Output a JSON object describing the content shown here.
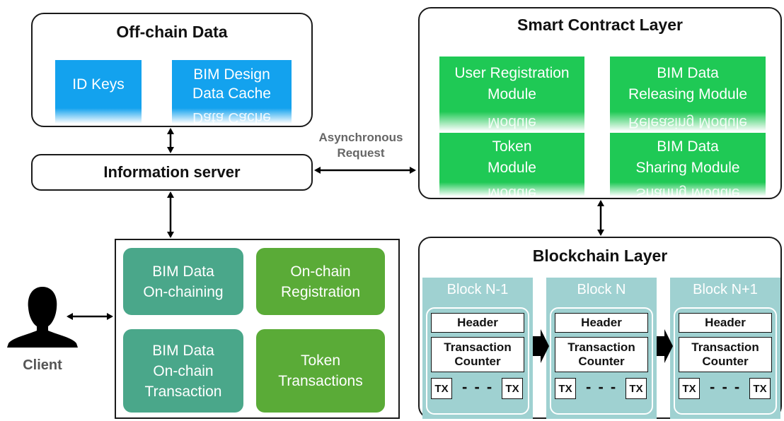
{
  "offchain": {
    "title": "Off-chain Data",
    "id_keys": "ID Keys",
    "cache_line1": "BIM Design",
    "cache_line2": "Data Cache"
  },
  "info_server": "Information server",
  "async_line1": "Asynchronous",
  "async_line2": "Request",
  "smart_contract": {
    "title": "Smart Contract Layer",
    "modules": [
      {
        "line1": "User Registration",
        "line2": "Module"
      },
      {
        "line1": "BIM Data",
        "line2": "Releasing Module"
      },
      {
        "line1": "Token",
        "line2": "Module"
      },
      {
        "line1": "BIM Data",
        "line2": "Sharing Module"
      }
    ]
  },
  "client_panel": {
    "items": [
      {
        "lines": [
          "BIM Data",
          "On-chaining"
        ]
      },
      {
        "lines": [
          "On-chain",
          "Registration"
        ]
      },
      {
        "lines": [
          "BIM Data",
          "On-chain",
          "Transaction"
        ]
      },
      {
        "lines": [
          "Token",
          "Transactions"
        ]
      }
    ]
  },
  "client_label": "Client",
  "blockchain": {
    "title": "Blockchain Layer",
    "blocks": [
      {
        "label": "Block N-1"
      },
      {
        "label": "Block N"
      },
      {
        "label": "Block N+1"
      }
    ],
    "header": "Header",
    "counter_line1": "Transaction",
    "counter_line2": "Counter",
    "tx": "TX",
    "dashes": "- - -"
  },
  "colors": {
    "blue": "#13a2ee",
    "green": "#1fc955",
    "teal": "#4aa78a",
    "leaf": "#5aab37",
    "block": "#9fd1d1"
  }
}
